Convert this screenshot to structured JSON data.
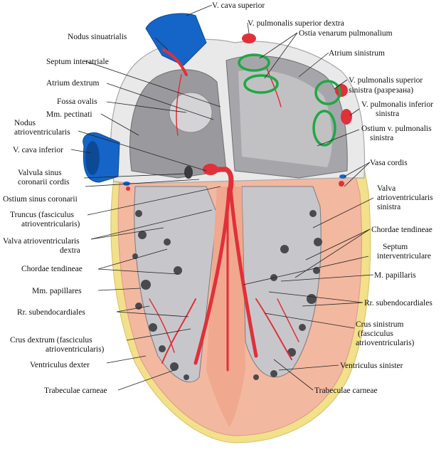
{
  "colors": {
    "myocardium": "#f3b8a0",
    "myocardium_dark": "#e89a86",
    "epicardium_fat": "#f2e08a",
    "outer_wall": "#e9e9ea",
    "endocardium": "#b8b8bb",
    "vessel_blue": "#1565c8",
    "artery_red": "#e0303a",
    "highlight_green": "#1fa843"
  },
  "labels": {
    "v_cava_superior": "V. cava superior",
    "nodus_sinuatrialis": "Nodus sinuatrialis",
    "v_pulm_sup_dextra": "V. pulmonalis superior dextra",
    "ostia_venarum": "Ostia venarum pulmonalium",
    "septum_interatriale": "Septum interatriale",
    "atrium_sinistrum": "Atrium sinistrum",
    "atrium_dextrum": "Atrium dextrum",
    "v_pulm_sup_sinistra_1": "V. pulmonalis superior",
    "v_pulm_sup_sinistra_2": "sinistra (разрезана)",
    "fossa_ovalis": "Fossa ovalis",
    "mm_pectinati": "Mm. pectinati",
    "v_pulm_inf_sinistra_1": "V. pulmonalis inferior",
    "v_pulm_inf_sinistra_2": "sinistra",
    "nodus_av_1": "Nodus",
    "nodus_av_2": "atrioventricularis",
    "ostium_v_pulm_1": "Ostium v. pulmonalis",
    "ostium_v_pulm_2": "sinistra",
    "v_cava_inferior": "V. cava inferior",
    "vasa_cordis": "Vasa cordis",
    "valvula_sinus_1": "Valvula sinus",
    "valvula_sinus_2": "coronarii cordis",
    "ostium_sinus": "Ostium sinus coronarii",
    "valva_av_sin_1": "Valva",
    "valva_av_sin_2": "atrioventricularis",
    "valva_av_sin_3": "sinistra",
    "truncus_1": "Truncus (fasciculus",
    "truncus_2": "atrioventricularis)",
    "valva_av_dex_1": "Valva atrioventricularis",
    "valva_av_dex_2": "dextra",
    "chordae_right": "Chordae tendineae",
    "septum_iv_1": "Septum",
    "septum_iv_2": "interventriculare",
    "chordae_left": "Chordae tendineae",
    "m_papillaris": "M. papillaris",
    "mm_papillares": "Mm. papillares",
    "rr_subendo_right": "Rr. subendocardiales",
    "rr_subendo_left": "Rr. subendocardiales",
    "crus_sin_1": "Crus sinistrum",
    "crus_sin_2": "(fasciculus",
    "crus_sin_3": "atrioventricularis)",
    "crus_dex_1": "Crus dextrum  (fasciculus",
    "crus_dex_2": "atrioventricularis)",
    "ventriculus_dexter": "Ventriculus dexter",
    "ventriculus_sinister": "Ventriculus sinister",
    "trabeculae_left": "Trabeculae carneae",
    "trabeculae_right": "Trabeculae carneae"
  }
}
